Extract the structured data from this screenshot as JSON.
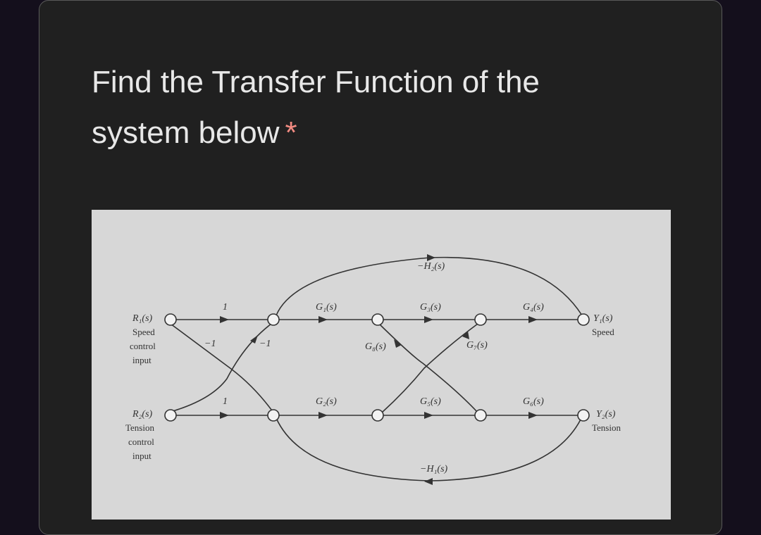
{
  "question": {
    "title": "Find the Transfer Function of the system below",
    "required_marker": "*"
  },
  "diagram": {
    "branch_labels": {
      "h2": "−H₂(s)",
      "g1": "G₁(s)",
      "g3": "G₃(s)",
      "g4": "G₄(s)",
      "g8": "G₈(s)",
      "g7": "G₇(s)",
      "g2": "G₂(s)",
      "g5": "G₅(s)",
      "g6": "G₆(s)",
      "h1": "−H₁(s)",
      "one_top": "1",
      "one_bottom": "1",
      "minus_one_a": "−1",
      "minus_one_b": "−1"
    },
    "inputs": {
      "r1": "R₁(s)",
      "r1_desc": [
        "Speed",
        "control",
        "input"
      ],
      "r2": "R₂(s)",
      "r2_desc": [
        "Tension",
        "control",
        "input"
      ]
    },
    "outputs": {
      "y1": "Y₁(s)",
      "y1_desc": "Speed",
      "y2": "Y₂(s)",
      "y2_desc": "Tension"
    }
  }
}
